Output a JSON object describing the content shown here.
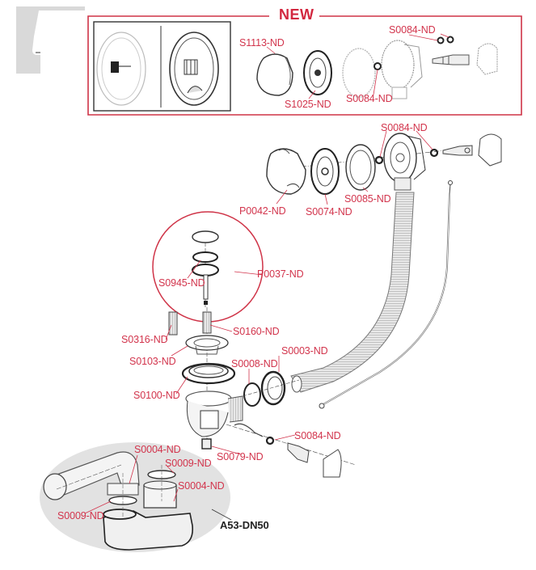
{
  "diagram": {
    "title": "Bath waste/overflow exploded parts diagram",
    "accent_color": "#d2344c",
    "line_color": "#333333",
    "new_section": {
      "heading": "NEW",
      "labels": {
        "cover": "S1113-ND",
        "rosette": "S1025-ND",
        "washer_left": "S0084-ND",
        "washer_top": "S0084-ND"
      }
    },
    "overflow_labels": {
      "cover": "P0042-ND",
      "rosette": "S0074-ND",
      "gasket": "S0085-ND",
      "washer": "S0084-ND"
    },
    "plug_group": {
      "group": "P0037-ND",
      "seal": "S0945-ND"
    },
    "drain_labels": {
      "screw_left": "S0316-ND",
      "screw_right": "S0160-ND",
      "flange": "S0103-ND",
      "gasket": "S0100-ND",
      "ring": "S0008-ND",
      "nut": "S0003-ND",
      "washer": "S0084-ND",
      "cap": "S0079-ND"
    },
    "siphon_group": {
      "nut_upper": "S0004-ND",
      "ring_upper": "S0009-ND",
      "nut_right": "S0004-ND",
      "ring_left": "S0009-ND",
      "model": "A53-DN50"
    }
  }
}
